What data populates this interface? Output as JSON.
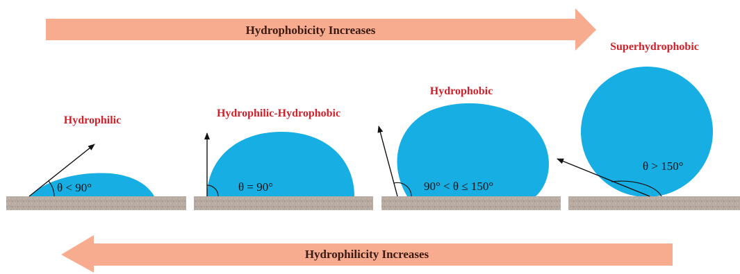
{
  "top_arrow": {
    "label": "Hydrophobicity Increases"
  },
  "bottom_arrow": {
    "label": "Hydrophilicity Increases"
  },
  "states": [
    {
      "title": "Hydrophilic",
      "angle": "θ < 90°"
    },
    {
      "title": "Hydrophilic-Hydrophobic",
      "angle": "θ = 90°"
    },
    {
      "title": "Hydrophobic",
      "angle": "90° < θ ≤ 150°"
    },
    {
      "title": "Superhydrophobic",
      "angle": "θ > 150°"
    }
  ],
  "colors": {
    "arrow_fill": "#f7ab8f",
    "droplet": "#16aee3",
    "substrate": "#b4a79e",
    "label_red": "#d0202a"
  }
}
